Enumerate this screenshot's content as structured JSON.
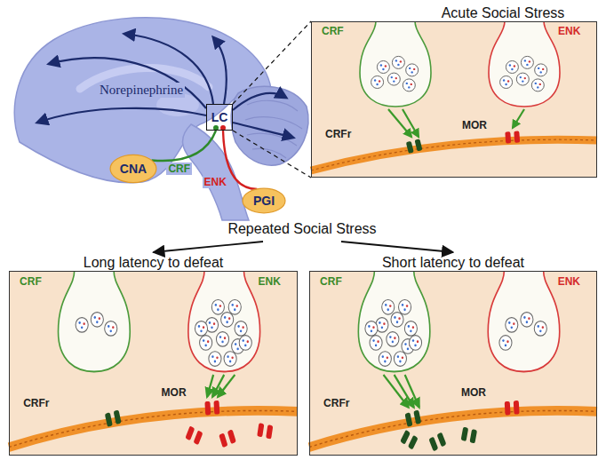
{
  "diagram": {
    "nodes": [
      {
        "text": [
          "LC"
        ]
      },
      {
        "text": [
          "CNA"
        ]
      },
      {
        "text": [
          "PGI"
        ]
      },
      {
        "text": [
          "Acute Social Stress"
        ]
      },
      {
        "text": [
          "Repeated Social Stress"
        ]
      },
      {
        "text": [
          "Long latency to defeat"
        ]
      },
      {
        "text": [
          "Short latency to defeat"
        ]
      }
    ],
    "edges": [
      {
        "from": 1,
        "to": 0,
        "label": "CRF",
        "arrow": "none"
      },
      {
        "from": 2,
        "to": 0,
        "label": "ENK",
        "arrow": "none"
      },
      {
        "from": 0,
        "to": 3,
        "arrow": "none"
      },
      {
        "from": 4,
        "to": 5,
        "arrow": "to"
      },
      {
        "from": 4,
        "to": 6,
        "arrow": "to"
      }
    ],
    "labels": [
      "Norepinephrine",
      "CRF",
      "ENK",
      "CRFr",
      "MOR",
      "CRF",
      "ENK",
      "CRFr",
      "MOR",
      "CRF",
      "ENK",
      "CRFr",
      "MOR"
    ]
  }
}
